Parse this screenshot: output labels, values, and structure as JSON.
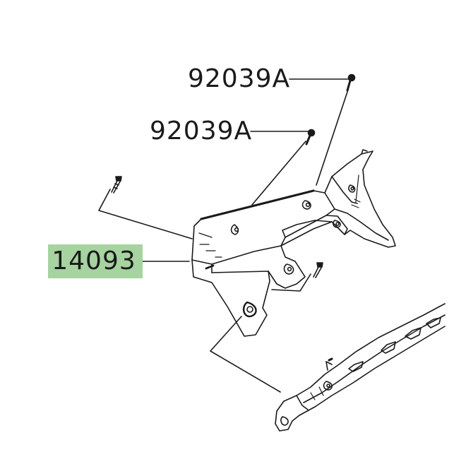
{
  "diagram": {
    "parts": [
      {
        "id": "bolt-upper",
        "part_number": "92039A",
        "highlighted": false
      },
      {
        "id": "bolt-middle",
        "part_number": "92039A",
        "highlighted": false
      },
      {
        "id": "cover",
        "part_number": "14093",
        "highlighted": true
      }
    ],
    "colors": {
      "line": "#1a1a1a",
      "background": "#ffffff",
      "highlight": "#a6d3a0"
    }
  }
}
